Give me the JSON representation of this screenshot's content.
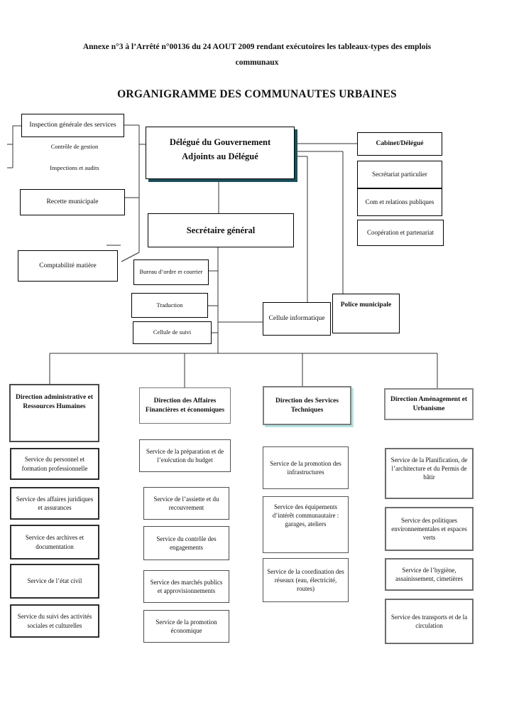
{
  "document": {
    "annexe_line1": "Annexe n°3 à l’Arrêté n°00136 du 24 AOUT 2009 rendant exécutoires les tableaux-types des emplois",
    "annexe_line2": "communaux",
    "title": "ORGANIGRAMME DES COMMUNAUTES URBAINES"
  },
  "executive": {
    "inspection_generale": "Inspection générale des services",
    "controle_gestion": "Contrôle de gestion",
    "inspections_audits": "Inspections et audits",
    "recette_municipale": "Recette municipale",
    "delegue_line1": "Délégué du Gouvernement",
    "delegue_line2": "Adjoints au Délégué",
    "cabinet": "Cabinet/Délégué",
    "secretariat_particulier": "Secrétariat particulier",
    "com_relations_publiques": "Com et relations publiques",
    "cooperation_partenariat": "Coopération et partenariat",
    "secretaire_general": "Secrétaire général",
    "comptabilite_matiere": "Comptabilité matière",
    "bureau_ordre_courrier": "Bureau d’ordre et courrier",
    "traduction": "Traduction",
    "cellule_suivi": "Cellule de suivi",
    "cellule_informatique": "Cellule informatique",
    "police_municipale": "Police municipale"
  },
  "directions": [
    {
      "title": "Direction administrative et Ressources Humaines",
      "services": [
        "Service du personnel et formation professionnelle",
        "Service des affaires juridiques et assurances",
        "Service des archives et documentation",
        "Service de l’état civil",
        "Service du suivi des activités sociales et culturelles"
      ]
    },
    {
      "title": "Direction des Affaires Financières et économiques",
      "services": [
        "Service de la préparation et de l’exécution du budget",
        "Service de l’assiette et du recouvrement",
        "Service du contrôle des engagements",
        "Service des marchés publics et approvisionnements",
        "Service de la promotion économique"
      ]
    },
    {
      "title": "Direction des Services Techniques",
      "services": [
        "Service de la promotion des infrastructures",
        "Service des équipements d’intérêt communautaire : garages, ateliers",
        "Service de la coordination des réseaux (eau, électricité, routes)"
      ]
    },
    {
      "title": "Direction Aménagement et Urbanisme",
      "services": [
        "Service de la Planification, de l’architecture et du Permis de bâtir",
        "Service des politiques environnementales et espaces verts",
        "Service de l’hygiène, assainissement, cimetières",
        "Service des transports et de la circulation"
      ]
    }
  ],
  "colors": {
    "shadow_dark_teal": "#1c4f5a",
    "shadow_pale_cyan": "#b5e3e3",
    "line": "#333333"
  }
}
